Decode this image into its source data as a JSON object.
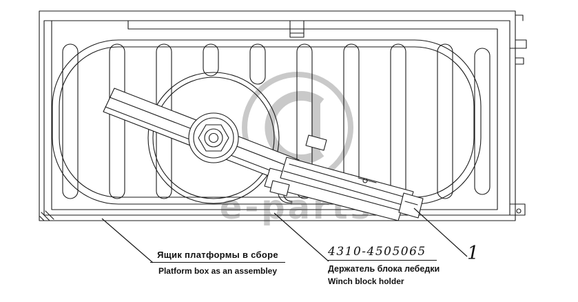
{
  "watermark": {
    "text": "e-parts"
  },
  "callouts": {
    "item_number": "1"
  },
  "labels": {
    "platform_box": {
      "ru": "Ящик платформы в сборе",
      "en": "Platform box as an assembley"
    },
    "winch_holder": {
      "part_number": "4310-4505065",
      "ru": "Держатель блока лебедки",
      "en": "Winch block holder"
    }
  },
  "colors": {
    "line": "#1a1a1a",
    "watermark": "#c6c6c6"
  }
}
